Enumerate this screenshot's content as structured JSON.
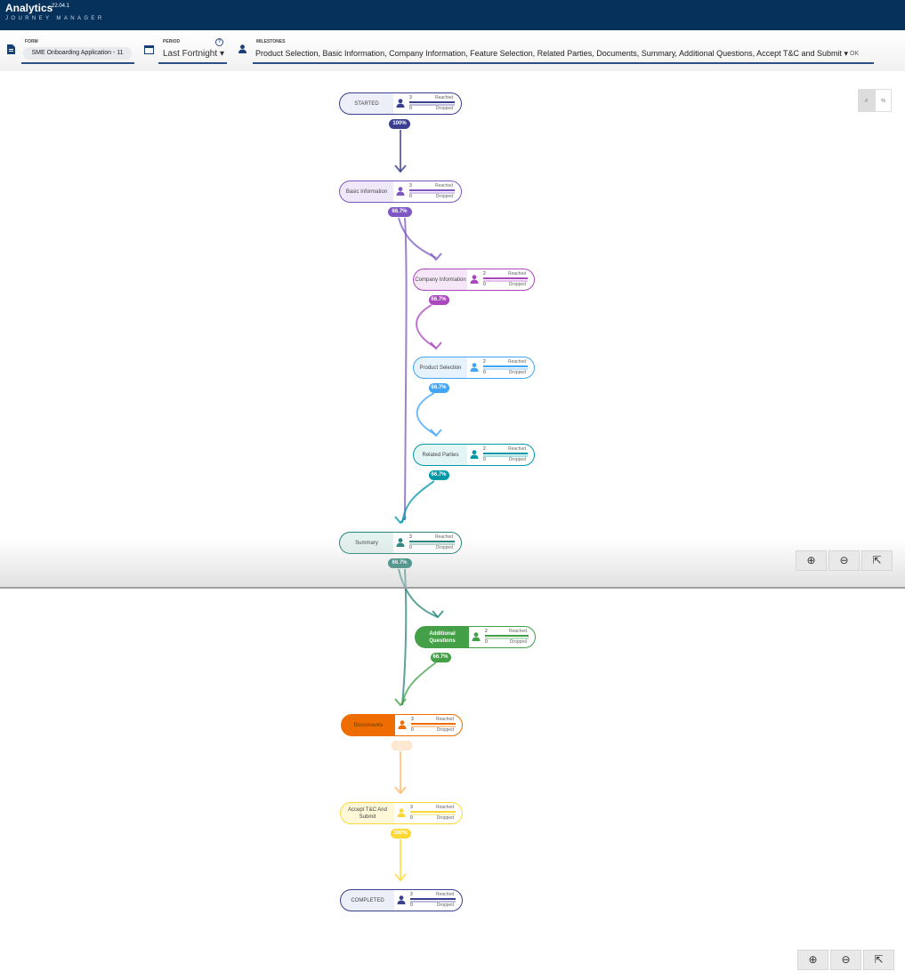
{
  "header": {
    "title": "Analytics",
    "version": "22.04.1",
    "subtitle": "JOURNEY MANAGER"
  },
  "filters": {
    "form": {
      "label": "FORM",
      "value": "SME Onboarding Application - 11"
    },
    "period": {
      "label": "PERIOD",
      "value": "Last Fortnight",
      "help_icon": "?"
    },
    "milestones": {
      "label": "MILESTONES",
      "value": "Product Selection, Basic Information, Company Information, Feature Selection, Related Parties, Documents, Summary, Additional Questions, Accept T&C and Submit",
      "ok_label": "OK"
    }
  },
  "view_toggle": {
    "count_symbol": "#",
    "percent_symbol": "%"
  },
  "legend_labels": {
    "reached": "Reached",
    "dropped": "Dropped"
  },
  "nodes": [
    {
      "label": "STARTED",
      "reached": "3",
      "dropped": "0",
      "pct": "100%",
      "color": "#3a3f8f",
      "bg": "#eceff8"
    },
    {
      "label": "Basic Information",
      "reached": "3",
      "dropped": "0",
      "pct": "66.7%",
      "color": "#7e57c2",
      "bg": "#efe8f8"
    },
    {
      "label": "Company Information",
      "reached": "2",
      "dropped": "0",
      "pct": "66.7%",
      "color": "#ab47bc",
      "bg": "#f6e7f8"
    },
    {
      "label": "Product Selection",
      "reached": "2",
      "dropped": "0",
      "pct": "66.7%",
      "color": "#42a5f5",
      "bg": "#e6f2fc"
    },
    {
      "label": "Related Parties",
      "reached": "2",
      "dropped": "0",
      "pct": "66.7%",
      "color": "#0097a7",
      "bg": "#e4f5f6"
    },
    {
      "label": "Summary",
      "reached": "3",
      "dropped": "0",
      "pct": "66.7%",
      "color": "#26847a",
      "bg": "#e3f1ef"
    },
    {
      "label": "Additional Questions",
      "reached": "2",
      "dropped": "0",
      "pct": "66.7%",
      "color": "#43a047",
      "bg": "#43a047"
    },
    {
      "label": "Documents",
      "reached": "3",
      "dropped": "0",
      "pct": "",
      "color": "#ef6c00",
      "bg": "#ef6c00"
    },
    {
      "label": "Accept T&C And Submit",
      "reached": "3",
      "dropped": "0",
      "pct": "100%",
      "color": "#fdd835",
      "bg": "#fef8d8"
    },
    {
      "label": "COMPLETED",
      "reached": "3",
      "dropped": "0",
      "pct": "",
      "color": "#3a3f8f",
      "bg": "#eceff8"
    }
  ],
  "controls": {
    "zoom_in": "⊕",
    "zoom_out": "⊖",
    "reset": "⇱"
  }
}
